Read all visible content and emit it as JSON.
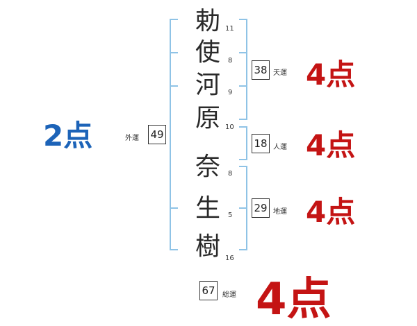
{
  "name": {
    "chars": [
      "勅",
      "使",
      "河",
      "原",
      "奈",
      "生",
      "樹"
    ],
    "strokes": [
      "11",
      "8",
      "9",
      "10",
      "8",
      "5",
      "16"
    ]
  },
  "fortunes": {
    "tenun": {
      "label": "天運",
      "value": "38",
      "points": "4点"
    },
    "jinun": {
      "label": "人運",
      "value": "18",
      "points": "4点"
    },
    "chiun": {
      "label": "地運",
      "value": "29",
      "points": "4点"
    },
    "gaiun": {
      "label": "外運",
      "value": "49",
      "points": "2点"
    },
    "souun": {
      "label": "総運",
      "value": "67",
      "points": "4点"
    }
  },
  "colors": {
    "good": "#c41414",
    "fair": "#1c63b8",
    "bracket": "#8fc3e6"
  }
}
